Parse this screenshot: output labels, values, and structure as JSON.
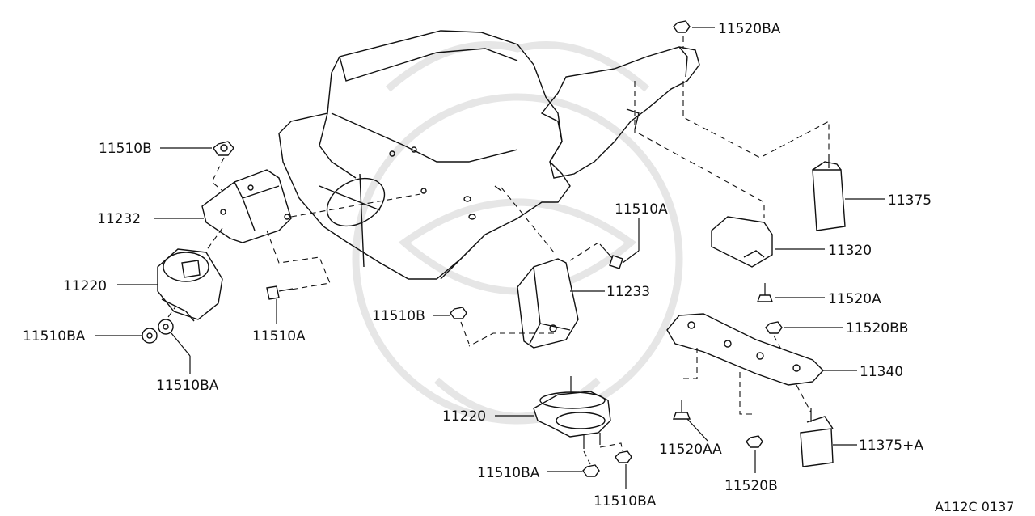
{
  "labels": {
    "l_11520BA_top": "11520BA",
    "l_11510B_left": "11510B",
    "l_11232": "11232",
    "l_11220_left": "11220",
    "l_11510BA_left1": "11510BA",
    "l_11510BA_left2": "11510BA",
    "l_11510A_left": "11510A",
    "l_11510A_mid": "11510A",
    "l_11233": "11233",
    "l_11510B_mid": "11510B",
    "l_11220_mid": "11220",
    "l_11510BA_bot1": "11510BA",
    "l_11510BA_bot2": "11510BA",
    "l_11375": "11375",
    "l_11320": "11320",
    "l_11520A": "11520A",
    "l_11520BB": "11520BB",
    "l_11340": "11340",
    "l_11520AA": "11520AA",
    "l_11520B": "11520B",
    "l_11375A": "11375+A"
  },
  "reference_code": "A112C 0137"
}
